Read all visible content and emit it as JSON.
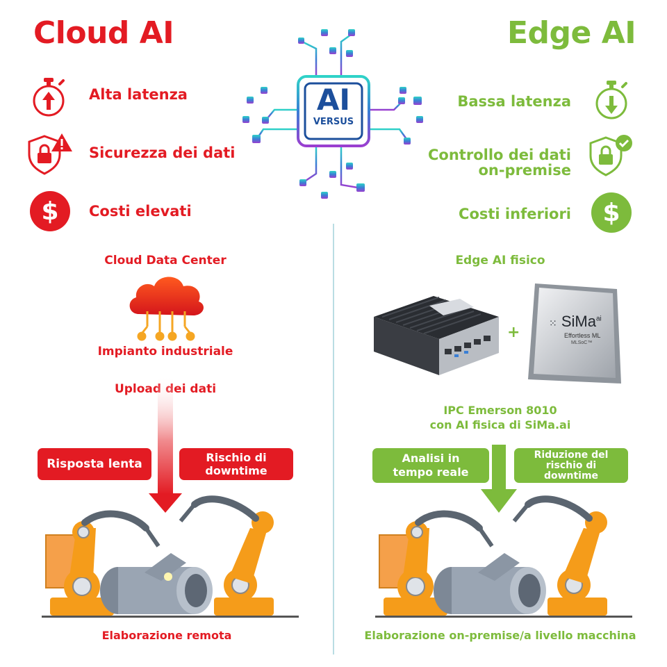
{
  "cloud": {
    "title": "Cloud AI",
    "features": [
      {
        "label": "Alta latenza",
        "icon": "stopwatch-up-icon"
      },
      {
        "label": "Sicurezza dei dati",
        "icon": "shield-lock-warning-icon"
      },
      {
        "label": "Costi elevati",
        "icon": "dollar-icon"
      }
    ],
    "datacenter_label": "Cloud Data Center",
    "plant_label": "Impianto industriale",
    "upload_label": "Upload dei dati",
    "box_left": "Risposta lenta",
    "box_right": "Rischio di downtime",
    "footer": "Elaborazione remota"
  },
  "edge": {
    "title": "Edge AI",
    "features": [
      {
        "label": "Bassa latenza",
        "icon": "stopwatch-down-icon"
      },
      {
        "label": "Controllo dei dati on-premise",
        "icon": "shield-lock-check-icon"
      },
      {
        "label": "Costi inferiori",
        "icon": "dollar-icon"
      }
    ],
    "physical_label": "Edge AI fisico",
    "plus": "+",
    "chip_brand": "SiMa",
    "chip_brand_sup": "ai",
    "chip_tagline": "Effortless ML",
    "chip_model": "MLSoC™",
    "ipc_line1": "IPC Emerson 8010",
    "ipc_line2": "con AI fisica di SiMa.ai",
    "box_left": "Analisi in tempo reale",
    "box_right": "Riduzione del rischio di downtime",
    "footer": "Elaborazione on-premise/a livello macchina"
  },
  "center": {
    "chip_big": "AI",
    "chip_small": "VERSUS"
  },
  "colors": {
    "cloud": "#e31b23",
    "edge": "#7dbb3c",
    "divider": "#b9dde3",
    "chip_blue": "#1c4f9c"
  }
}
